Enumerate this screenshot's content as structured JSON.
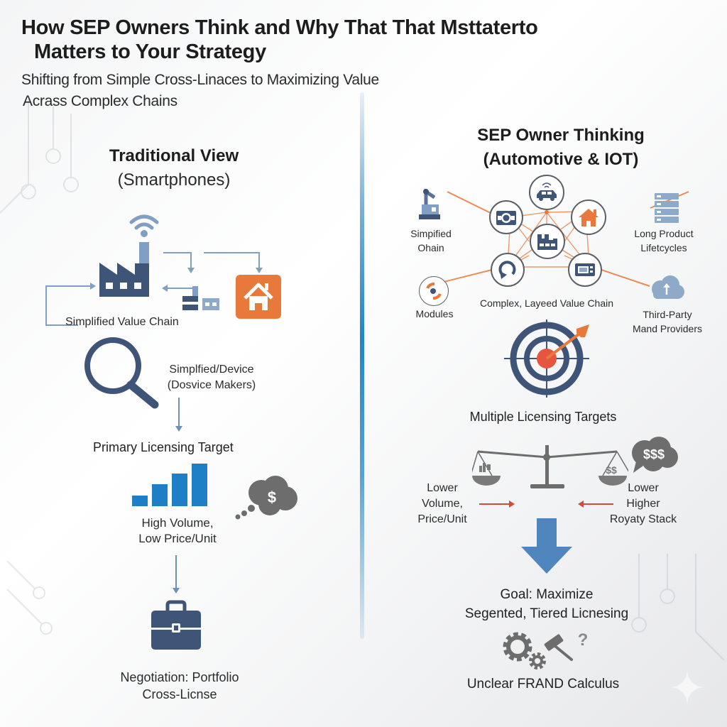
{
  "header": {
    "title_line1": "How SEP Owners Think and Why That That Msttaterto",
    "title_line2": "Matters to Your Strategy",
    "subtitle_line1": "Shifting from Simple Cross-Linaces to Maximizing Value",
    "subtitle_line2": "Acrass Complex Chains"
  },
  "left": {
    "heading": "Traditional View",
    "subheading": "(Smartphones)",
    "value_chain_label": "Simplified Value Chain",
    "device_label_line1": "Simplfied/Device",
    "device_label_line2": "(Dosvice Makers)",
    "target_label": "Primary Licensing Target",
    "volume_line1": "High Volume,",
    "volume_line2": "Low Price/Unit",
    "thought_symbol": "$",
    "negotiation_line1": "Negotiation: Portfolio",
    "negotiation_line2": "Cross-Licnse",
    "icons": [
      "factory-icon",
      "wifi-icon",
      "component-icon",
      "home-icon",
      "magnifier-icon",
      "bar-chart-icon",
      "thought-bubble-icon",
      "briefcase-icon"
    ]
  },
  "right": {
    "heading_line1": "SEP Owner Thinking",
    "heading_line2": "(Automotive & IOT)",
    "outer_labels": {
      "top_left_line1": "Simpified",
      "top_left_line2": "Ohain",
      "top_right_line1": "Long Product",
      "top_right_line2": "Lifetcycles",
      "bottom_left": "Modules",
      "bottom_right_line1": "Third-Party",
      "bottom_right_line2": "Mand Providers"
    },
    "network_label": "Complex, Layeed Value Chain",
    "targets_label": "Multiple Licensing Targets",
    "left_scale_line1": "Lower",
    "left_scale_line2": "Volume,",
    "left_scale_line3": "Price/Unit",
    "right_scale_line1": "Lower",
    "right_scale_line2": "Higher",
    "right_scale_line3": "Royaty Stack",
    "scale_pan_symbol": "$$",
    "thought_symbol": "$$$",
    "goal_line1": "Goal: Maximize",
    "goal_line2": "Segented, Tiered Licnesing",
    "frand_label": "Unclear FRAND Calculus",
    "frand_question": "?",
    "icons": [
      "robot-arm-icon",
      "car-icon",
      "camera-icon",
      "home-icon",
      "factory-icon",
      "refresh-icon",
      "device-icon",
      "server-icon",
      "cloud-upload-icon",
      "module-icon",
      "target-icon",
      "scale-icon",
      "gears-icon",
      "gavel-icon"
    ]
  },
  "colors": {
    "navy": "#3f5577",
    "light_blue": "#7f9fc4",
    "orange": "#e8793a",
    "bar_blue": "#1f7fc6",
    "arrow_blue": "#4f86bd",
    "gray": "#6d6d6d",
    "red_arrow": "#d9473a",
    "target_red": "#e8553f"
  }
}
